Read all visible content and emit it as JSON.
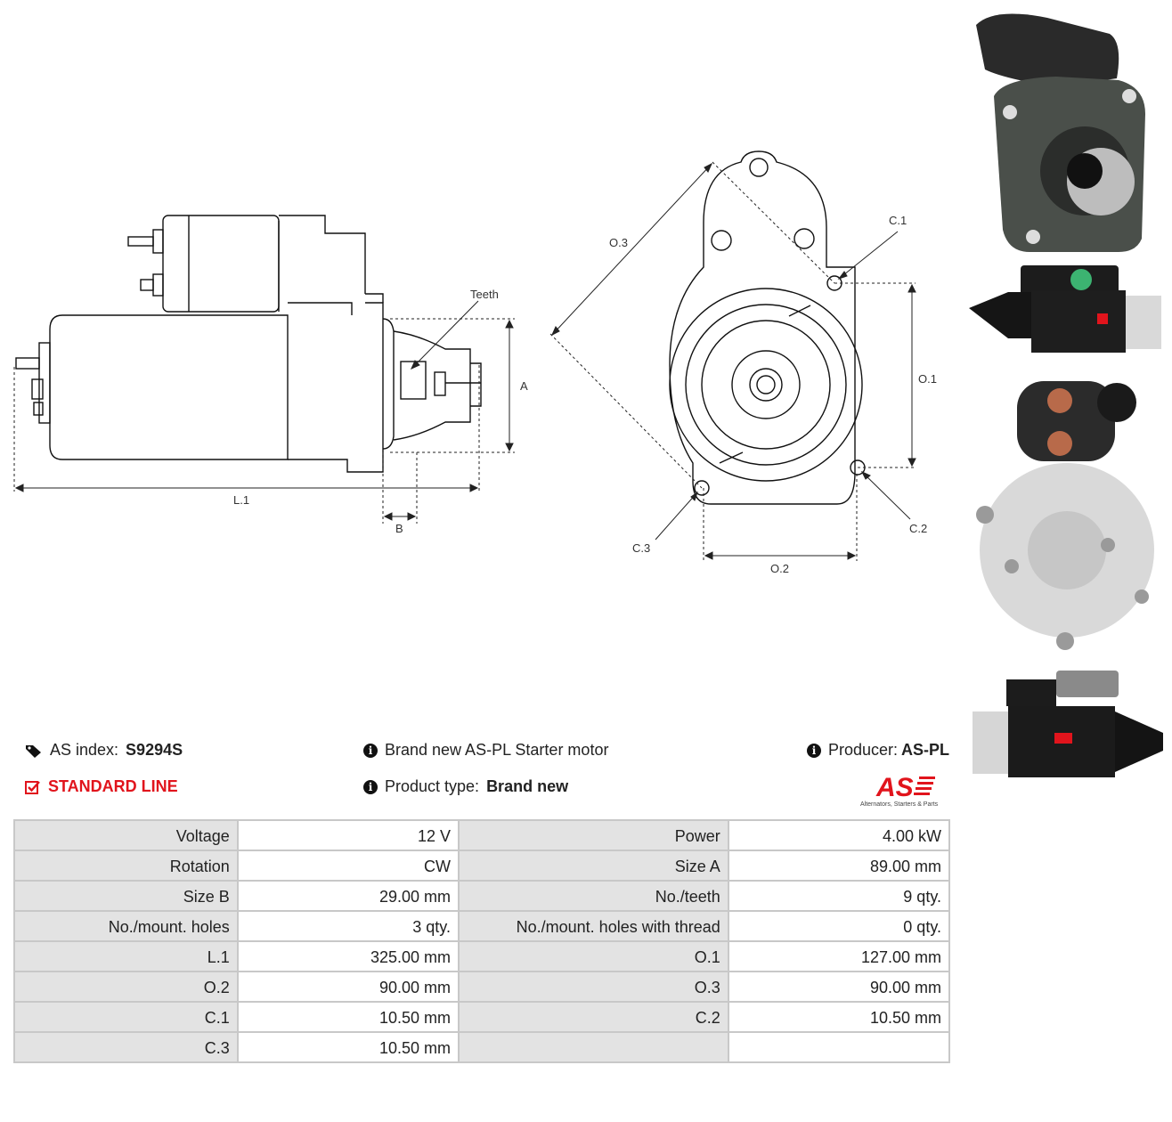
{
  "drawing": {
    "side_view": {
      "label_teeth": "Teeth",
      "label_a": "A",
      "label_l1": "L.1",
      "label_b": "B"
    },
    "front_view": {
      "label_o3": "O.3",
      "label_c1": "C.1",
      "label_o1": "O.1",
      "label_c2": "C.2",
      "label_c3": "C.3",
      "label_o2": "O.2"
    }
  },
  "header": {
    "as_index_label": "AS index:",
    "as_index_value": "S9294S",
    "line_label": "STANDARD LINE",
    "description": "Brand new AS-PL Starter motor",
    "product_type_label": "Product type:",
    "product_type_value": "Brand new",
    "producer_label": "Producer:",
    "producer_value": "AS-PL",
    "logo_text": "AS",
    "logo_tagline": "Alternators, Starters & Parts",
    "accent_color": "#e1141c"
  },
  "specs": [
    {
      "l1": "Voltage",
      "v1": "12 V",
      "l2": "Power",
      "v2": "4.00 kW"
    },
    {
      "l1": "Rotation",
      "v1": "CW",
      "l2": "Size A",
      "v2": "89.00 mm"
    },
    {
      "l1": "Size B",
      "v1": "29.00 mm",
      "l2": "No./teeth",
      "v2": "9 qty."
    },
    {
      "l1": "No./mount. holes",
      "v1": "3 qty.",
      "l2": "No./mount. holes with thread",
      "v2": "0 qty."
    },
    {
      "l1": "L.1",
      "v1": "325.00 mm",
      "l2": "O.1",
      "v2": "127.00 mm"
    },
    {
      "l1": "O.2",
      "v1": "90.00 mm",
      "l2": "O.3",
      "v2": "90.00 mm"
    },
    {
      "l1": "C.1",
      "v1": "10.50 mm",
      "l2": "C.2",
      "v2": "10.50 mm"
    },
    {
      "l1": "C.3",
      "v1": "10.50 mm",
      "l2": "",
      "v2": ""
    }
  ]
}
